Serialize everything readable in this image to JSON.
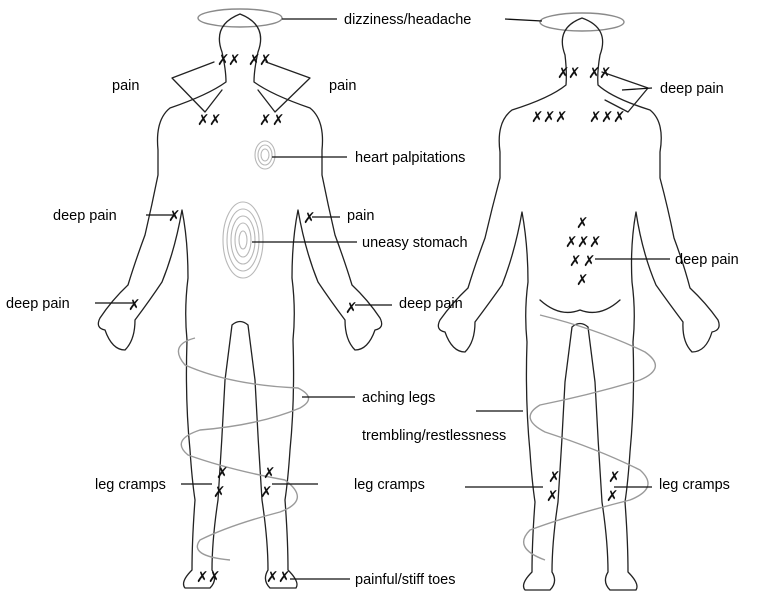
{
  "labels": {
    "dizziness": "dizziness/headache",
    "pain_left": "pain",
    "pain_right": "pain",
    "heart": "heart palpitations",
    "deep_pain_upper_arm": "deep pain",
    "pain_forearm": "pain",
    "stomach": "uneasy stomach",
    "deep_pain_hand_left": "deep pain",
    "deep_pain_hand_right": "deep pain",
    "aching_legs": "aching legs",
    "trembling": "trembling/restlessness",
    "leg_cramps_front_left": "leg cramps",
    "leg_cramps_front_right": "leg cramps",
    "toes": "painful/stiff toes",
    "deep_pain_back_shoulder": "deep pain",
    "deep_pain_back_spine": "deep pain",
    "leg_cramps_back": "leg cramps"
  },
  "marker_symbol": "✗"
}
